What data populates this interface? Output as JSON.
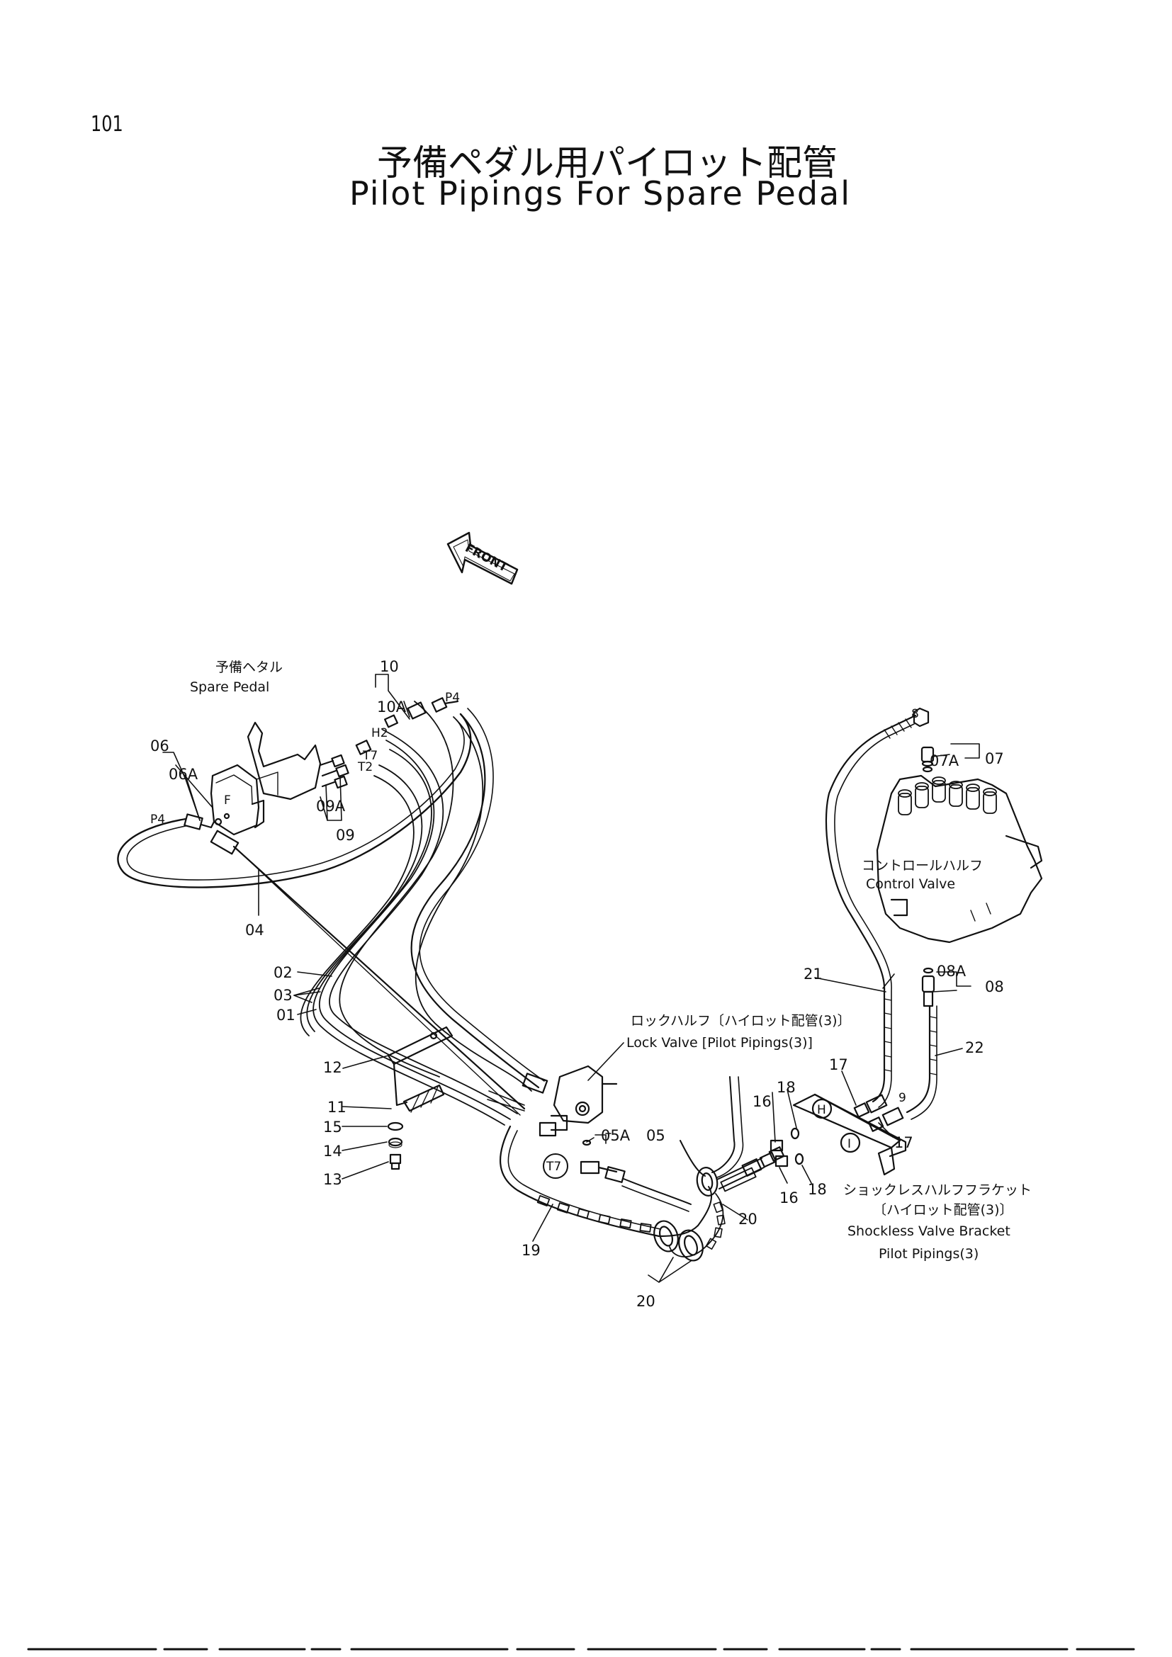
{
  "page_number": "101",
  "title_jp": "予備ペダル用パイロット配管",
  "title_en": "Pilot Pipings For Spare Pedal",
  "front_label": "FRONT",
  "components": {
    "spare_pedal_jp": "予備ヘタル",
    "spare_pedal_en": "Spare Pedal",
    "control_valve_jp": "コントロールハルフ",
    "control_valve_en": "Control Valve",
    "lock_valve_jp": "ロックハルフ〔ハイロット配管(3)〕",
    "lock_valve_en": "Lock Valve [Pilot Pipings(3)]",
    "shockless_jp_1": "ショックレスハルフフラケット",
    "shockless_jp_2": "〔ハイロット配管(3)〕",
    "shockless_en_1": "Shockless Valve Bracket",
    "shockless_en_2": "Pilot Pipings(3)"
  },
  "callouts": {
    "c10": "10",
    "c10A": "10A",
    "c06": "06",
    "c06A": "06A",
    "c09A": "09A",
    "c09": "09",
    "c04": "04",
    "c02": "02",
    "c03": "03",
    "c01": "01",
    "c12": "12",
    "c11": "11",
    "c15": "15",
    "c14": "14",
    "c13": "13",
    "c19": "19",
    "c20a": "20",
    "c20b": "20",
    "c05A": "05A",
    "c05": "05",
    "c16a": "16",
    "c16b": "16",
    "c18a": "18",
    "c18b": "18",
    "c17a": "17",
    "c17b": "17",
    "c21": "21",
    "c22": "22",
    "c07A": "07A",
    "c07": "07",
    "c08A": "08A",
    "c08": "08"
  },
  "port_marks": {
    "p4_left": "P4",
    "p4_right": "P4",
    "h2": "H2",
    "t7": "T7",
    "t2": "T2",
    "circle_h": "H",
    "circle_i": "I",
    "circle_t7": "T7",
    "port_8": "8",
    "port_9": "9"
  }
}
